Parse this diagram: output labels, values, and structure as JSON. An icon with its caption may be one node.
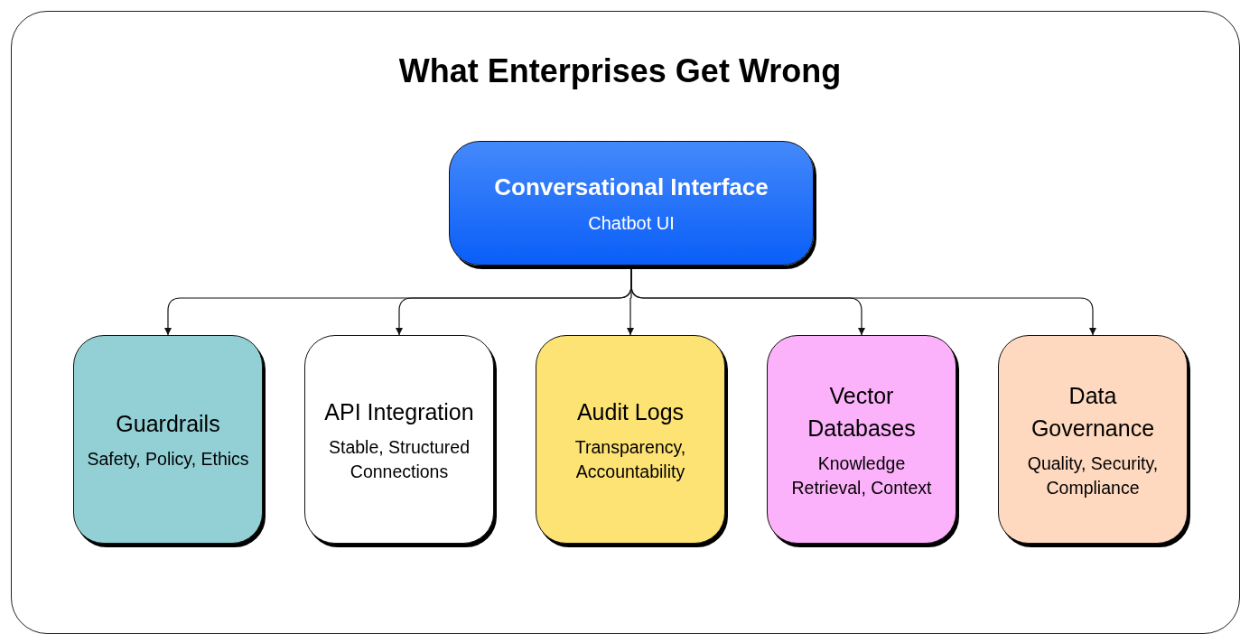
{
  "diagram": {
    "title": "What Enterprises Get Wrong",
    "nodes": [
      {
        "text": [
          "Conversational Interface",
          "Chatbot UI"
        ]
      },
      {
        "text": [
          "Guardrails",
          "Safety, Policy, Ethics"
        ]
      },
      {
        "text": [
          "API Integration",
          "Stable, Structured Connections"
        ]
      },
      {
        "text": [
          "Audit Logs",
          "Transparency, Accountability"
        ]
      },
      {
        "text": [
          "Vector Databases",
          "Knowledge Retrieval, Context"
        ]
      },
      {
        "text": [
          "Data Governance",
          "Quality, Security, Compliance"
        ]
      }
    ],
    "edges": [
      {
        "from": 0,
        "to": 1,
        "arrow": "to"
      },
      {
        "from": 0,
        "to": 2,
        "arrow": "to"
      },
      {
        "from": 0,
        "to": 3,
        "arrow": "to"
      },
      {
        "from": 0,
        "to": 4,
        "arrow": "to"
      },
      {
        "from": 0,
        "to": 5,
        "arrow": "to"
      }
    ]
  }
}
